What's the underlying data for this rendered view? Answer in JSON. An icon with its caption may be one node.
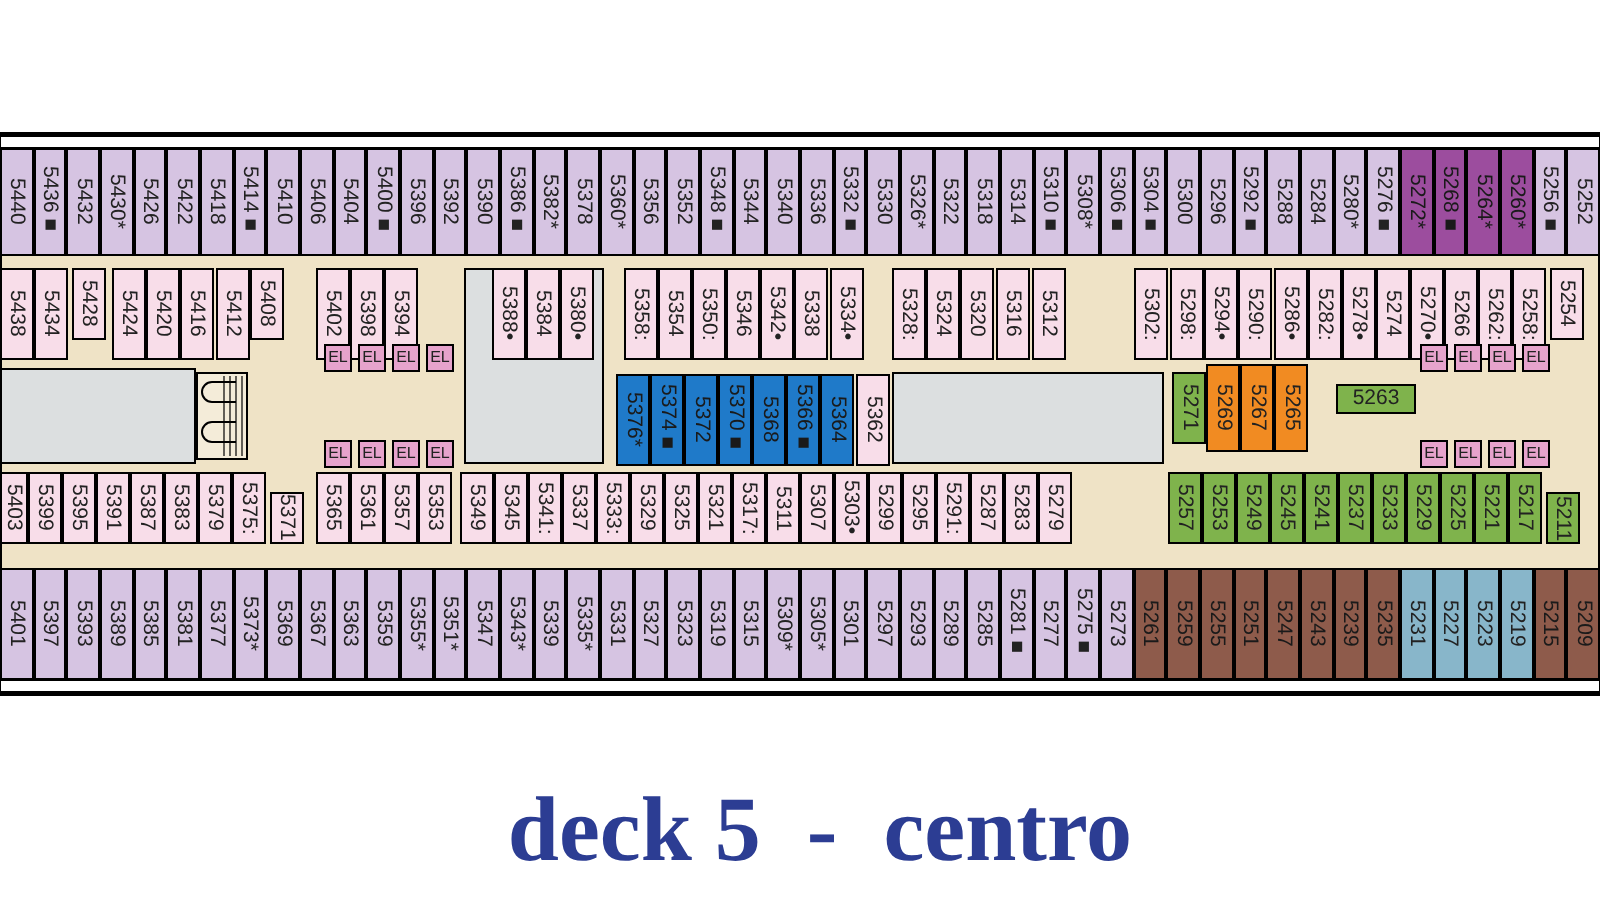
{
  "diagram": {
    "title": "deck 5  -  centro",
    "nodes": [
      {
        "text": [
          "5440"
        ]
      },
      {
        "text": [
          "5436■"
        ]
      },
      {
        "text": [
          "5432"
        ]
      },
      {
        "text": [
          "5430*"
        ]
      },
      {
        "text": [
          "5426"
        ]
      },
      {
        "text": [
          "5422"
        ]
      },
      {
        "text": [
          "5418"
        ]
      },
      {
        "text": [
          "5414■"
        ]
      },
      {
        "text": [
          "5410"
        ]
      },
      {
        "text": [
          "5406"
        ]
      },
      {
        "text": [
          "5404"
        ]
      },
      {
        "text": [
          "5400■"
        ]
      },
      {
        "text": [
          "5396"
        ]
      },
      {
        "text": [
          "5392"
        ]
      },
      {
        "text": [
          "5390"
        ]
      },
      {
        "text": [
          "5386■"
        ]
      },
      {
        "text": [
          "5382*"
        ]
      },
      {
        "text": [
          "5378"
        ]
      },
      {
        "text": [
          "5360*"
        ]
      },
      {
        "text": [
          "5356"
        ]
      },
      {
        "text": [
          "5352"
        ]
      },
      {
        "text": [
          "5348■"
        ]
      },
      {
        "text": [
          "5344"
        ]
      },
      {
        "text": [
          "5340"
        ]
      },
      {
        "text": [
          "5336"
        ]
      },
      {
        "text": [
          "5332■"
        ]
      },
      {
        "text": [
          "5330"
        ]
      },
      {
        "text": [
          "5326*"
        ]
      },
      {
        "text": [
          "5322"
        ]
      },
      {
        "text": [
          "5318"
        ]
      },
      {
        "text": [
          "5314"
        ]
      },
      {
        "text": [
          "5310■"
        ]
      },
      {
        "text": [
          "5308*"
        ]
      },
      {
        "text": [
          "5306■"
        ]
      },
      {
        "text": [
          "5304■"
        ]
      },
      {
        "text": [
          "5300"
        ]
      },
      {
        "text": [
          "5296"
        ]
      },
      {
        "text": [
          "5292■"
        ]
      },
      {
        "text": [
          "5288"
        ]
      },
      {
        "text": [
          "5284"
        ]
      },
      {
        "text": [
          "5280*"
        ]
      },
      {
        "text": [
          "5276■"
        ]
      },
      {
        "text": [
          "5272*"
        ]
      },
      {
        "text": [
          "5268■"
        ]
      },
      {
        "text": [
          "5264*"
        ]
      },
      {
        "text": [
          "5260*"
        ]
      },
      {
        "text": [
          "5256■"
        ]
      },
      {
        "text": [
          "5252"
        ]
      },
      {
        "text": [
          "5438"
        ]
      },
      {
        "text": [
          "5434"
        ]
      },
      {
        "text": [
          "5428"
        ]
      },
      {
        "text": [
          "5424"
        ]
      },
      {
        "text": [
          "5420"
        ]
      },
      {
        "text": [
          "5416"
        ]
      },
      {
        "text": [
          "5412"
        ]
      },
      {
        "text": [
          "5408"
        ]
      },
      {
        "text": [
          "5402"
        ]
      },
      {
        "text": [
          "5398"
        ]
      },
      {
        "text": [
          "5394"
        ]
      },
      {
        "text": [
          "5388•"
        ]
      },
      {
        "text": [
          "5384"
        ]
      },
      {
        "text": [
          "5380•"
        ]
      },
      {
        "text": [
          "5358:"
        ]
      },
      {
        "text": [
          "5354"
        ]
      },
      {
        "text": [
          "5350:"
        ]
      },
      {
        "text": [
          "5346"
        ]
      },
      {
        "text": [
          "5342•"
        ]
      },
      {
        "text": [
          "5338"
        ]
      },
      {
        "text": [
          "5334•"
        ]
      },
      {
        "text": [
          "5328:"
        ]
      },
      {
        "text": [
          "5324"
        ]
      },
      {
        "text": [
          "5320"
        ]
      },
      {
        "text": [
          "5316"
        ]
      },
      {
        "text": [
          "5312"
        ]
      },
      {
        "text": [
          "5302:"
        ]
      },
      {
        "text": [
          "5298:"
        ]
      },
      {
        "text": [
          "5294•"
        ]
      },
      {
        "text": [
          "5290:"
        ]
      },
      {
        "text": [
          "5286•"
        ]
      },
      {
        "text": [
          "5282:"
        ]
      },
      {
        "text": [
          "5278•"
        ]
      },
      {
        "text": [
          "5274"
        ]
      },
      {
        "text": [
          "5270•"
        ]
      },
      {
        "text": [
          "5266"
        ]
      },
      {
        "text": [
          "5262:"
        ]
      },
      {
        "text": [
          "5258:"
        ]
      },
      {
        "text": [
          "5254"
        ]
      },
      {
        "text": [
          "5376*"
        ]
      },
      {
        "text": [
          "5374■"
        ]
      },
      {
        "text": [
          "5372"
        ]
      },
      {
        "text": [
          "5370■"
        ]
      },
      {
        "text": [
          "5368"
        ]
      },
      {
        "text": [
          "5366■"
        ]
      },
      {
        "text": [
          "5364"
        ]
      },
      {
        "text": [
          "5362"
        ]
      },
      {
        "text": [
          "5271"
        ]
      },
      {
        "text": [
          "5269"
        ]
      },
      {
        "text": [
          "5267"
        ]
      },
      {
        "text": [
          "5265"
        ]
      },
      {
        "text": [
          "5263"
        ]
      },
      {
        "text": [
          "EL"
        ]
      },
      {
        "text": [
          "EL"
        ]
      },
      {
        "text": [
          "EL"
        ]
      },
      {
        "text": [
          "EL"
        ]
      },
      {
        "text": [
          "EL"
        ]
      },
      {
        "text": [
          "EL"
        ]
      },
      {
        "text": [
          "EL"
        ]
      },
      {
        "text": [
          "EL"
        ]
      },
      {
        "text": [
          "EL"
        ]
      },
      {
        "text": [
          "EL"
        ]
      },
      {
        "text": [
          "EL"
        ]
      },
      {
        "text": [
          "EL"
        ]
      },
      {
        "text": [
          "EL"
        ]
      },
      {
        "text": [
          "EL"
        ]
      },
      {
        "text": [
          "EL"
        ]
      },
      {
        "text": [
          "EL"
        ]
      },
      {
        "text": [
          "5403"
        ]
      },
      {
        "text": [
          "5399"
        ]
      },
      {
        "text": [
          "5395"
        ]
      },
      {
        "text": [
          "5391"
        ]
      },
      {
        "text": [
          "5387"
        ]
      },
      {
        "text": [
          "5383"
        ]
      },
      {
        "text": [
          "5379"
        ]
      },
      {
        "text": [
          "5375:"
        ]
      },
      {
        "text": [
          "5371"
        ]
      },
      {
        "text": [
          "5365"
        ]
      },
      {
        "text": [
          "5361"
        ]
      },
      {
        "text": [
          "5357"
        ]
      },
      {
        "text": [
          "5353"
        ]
      },
      {
        "text": [
          "5349"
        ]
      },
      {
        "text": [
          "5345"
        ]
      },
      {
        "text": [
          "5341:"
        ]
      },
      {
        "text": [
          "5337"
        ]
      },
      {
        "text": [
          "5333:"
        ]
      },
      {
        "text": [
          "5329"
        ]
      },
      {
        "text": [
          "5325"
        ]
      },
      {
        "text": [
          "5321"
        ]
      },
      {
        "text": [
          "5317:"
        ]
      },
      {
        "text": [
          "5311"
        ]
      },
      {
        "text": [
          "5307"
        ]
      },
      {
        "text": [
          "5303•"
        ]
      },
      {
        "text": [
          "5299"
        ]
      },
      {
        "text": [
          "5295"
        ]
      },
      {
        "text": [
          "5291:"
        ]
      },
      {
        "text": [
          "5287"
        ]
      },
      {
        "text": [
          "5283"
        ]
      },
      {
        "text": [
          "5279"
        ]
      },
      {
        "text": [
          "5257"
        ]
      },
      {
        "text": [
          "5253"
        ]
      },
      {
        "text": [
          "5249"
        ]
      },
      {
        "text": [
          "5245"
        ]
      },
      {
        "text": [
          "5241"
        ]
      },
      {
        "text": [
          "5237"
        ]
      },
      {
        "text": [
          "5233"
        ]
      },
      {
        "text": [
          "5229"
        ]
      },
      {
        "text": [
          "5225"
        ]
      },
      {
        "text": [
          "5221"
        ]
      },
      {
        "text": [
          "5217"
        ]
      },
      {
        "text": [
          "5211"
        ]
      },
      {
        "text": [
          "5401"
        ]
      },
      {
        "text": [
          "5397"
        ]
      },
      {
        "text": [
          "5393"
        ]
      },
      {
        "text": [
          "5389"
        ]
      },
      {
        "text": [
          "5385"
        ]
      },
      {
        "text": [
          "5381"
        ]
      },
      {
        "text": [
          "5377"
        ]
      },
      {
        "text": [
          "5373*"
        ]
      },
      {
        "text": [
          "5369"
        ]
      },
      {
        "text": [
          "5367"
        ]
      },
      {
        "text": [
          "5363"
        ]
      },
      {
        "text": [
          "5359"
        ]
      },
      {
        "text": [
          "5355*"
        ]
      },
      {
        "text": [
          "5351*"
        ]
      },
      {
        "text": [
          "5347"
        ]
      },
      {
        "text": [
          "5343*"
        ]
      },
      {
        "text": [
          "5339"
        ]
      },
      {
        "text": [
          "5335*"
        ]
      },
      {
        "text": [
          "5331"
        ]
      },
      {
        "text": [
          "5327"
        ]
      },
      {
        "text": [
          "5323"
        ]
      },
      {
        "text": [
          "5319"
        ]
      },
      {
        "text": [
          "5315"
        ]
      },
      {
        "text": [
          "5309*"
        ]
      },
      {
        "text": [
          "5305*"
        ]
      },
      {
        "text": [
          "5301"
        ]
      },
      {
        "text": [
          "5297"
        ]
      },
      {
        "text": [
          "5293"
        ]
      },
      {
        "text": [
          "5289"
        ]
      },
      {
        "text": [
          "5285"
        ]
      },
      {
        "text": [
          "5281■"
        ]
      },
      {
        "text": [
          "5277"
        ]
      },
      {
        "text": [
          "5275■"
        ]
      },
      {
        "text": [
          "5273"
        ]
      },
      {
        "text": [
          "5261"
        ]
      },
      {
        "text": [
          "5259"
        ]
      },
      {
        "text": [
          "5255"
        ]
      },
      {
        "text": [
          "5251"
        ]
      },
      {
        "text": [
          "5247"
        ]
      },
      {
        "text": [
          "5243"
        ]
      },
      {
        "text": [
          "5239"
        ]
      },
      {
        "text": [
          "5235"
        ]
      },
      {
        "text": [
          "5231"
        ]
      },
      {
        "text": [
          "5227"
        ]
      },
      {
        "text": [
          "5223"
        ]
      },
      {
        "text": [
          "5219"
        ]
      },
      {
        "text": [
          "5215"
        ]
      },
      {
        "text": [
          "5209"
        ]
      }
    ]
  }
}
